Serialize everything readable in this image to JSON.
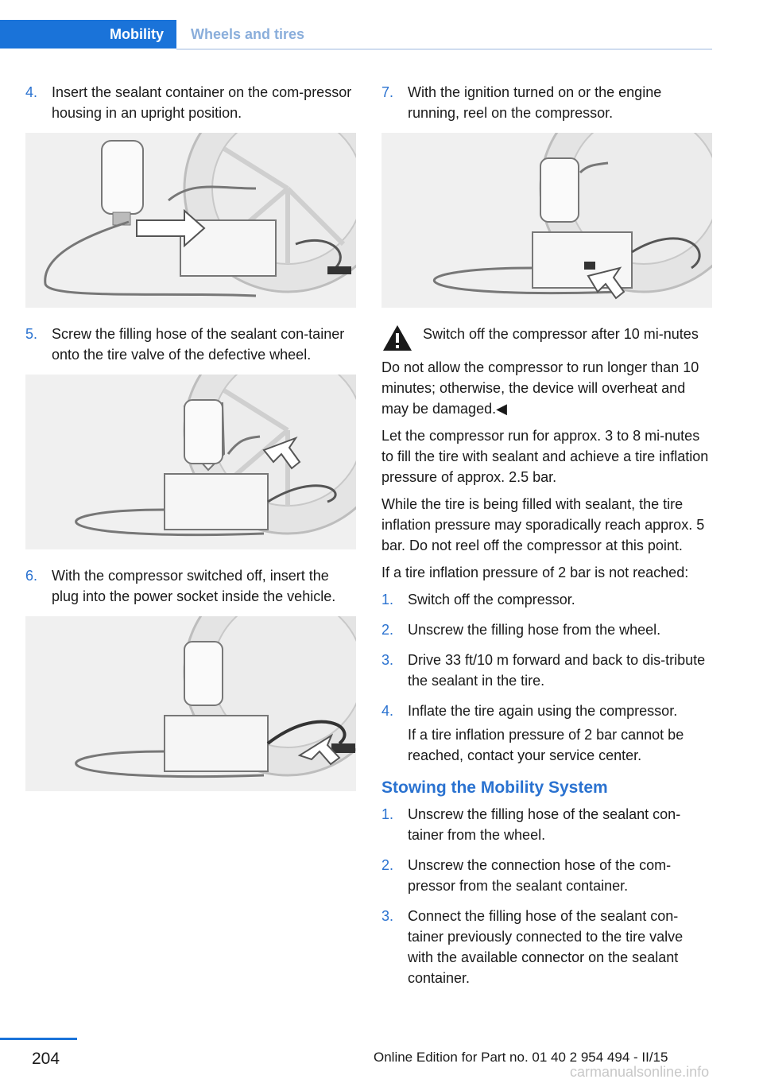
{
  "header": {
    "chapter": "Mobility",
    "section": "Wheels and tires"
  },
  "left": {
    "steps": [
      {
        "num": "4.",
        "text": "Insert the sealant container on the com-pressor housing in an upright position."
      },
      {
        "num": "5.",
        "text": "Screw the filling hose of the sealant con-tainer onto the tire valve of the defective wheel."
      },
      {
        "num": "6.",
        "text": "With the compressor switched off, insert the plug into the power socket inside the vehicle."
      }
    ]
  },
  "right": {
    "step7": {
      "num": "7.",
      "text": "With the ignition turned on or the engine running, reel on the compressor."
    },
    "warning": {
      "title": "Switch off the compressor after 10 mi-nutes",
      "body": "Do not allow the compressor to run longer than 10 minutes; otherwise, the device will overheat and may be damaged.◀"
    },
    "para1": "Let the compressor run for approx. 3 to 8 mi-nutes to fill the tire with sealant and achieve a tire inflation pressure of approx. 2.5 bar.",
    "para2": "While the tire is being filled with sealant, the tire inflation pressure may sporadically reach approx. 5 bar. Do not reel off the compressor at this point.",
    "para3": "If a tire inflation pressure of 2 bar is not reached:",
    "list1": [
      {
        "num": "1.",
        "text": "Switch off the compressor."
      },
      {
        "num": "2.",
        "text": "Unscrew the filling hose from the wheel."
      },
      {
        "num": "3.",
        "text": "Drive 33 ft/10 m forward and back to dis-tribute the sealant in the tire."
      },
      {
        "num": "4.",
        "text": "Inflate the tire again using the compressor."
      }
    ],
    "list1_note": "If a tire inflation pressure of 2 bar cannot be reached, contact your service center.",
    "section_title": "Stowing the Mobility System",
    "list2": [
      {
        "num": "1.",
        "text": "Unscrew the filling hose of the sealant con-tainer from the wheel."
      },
      {
        "num": "2.",
        "text": "Unscrew the connection hose of the com-pressor from the sealant container."
      },
      {
        "num": "3.",
        "text": "Connect the filling hose of the sealant con-tainer previously connected to the tire valve with the available connector on the sealant container."
      }
    ]
  },
  "footer": {
    "page": "204",
    "edition": "Online Edition for Part no. 01 40 2 954 494 - II/15",
    "watermark": "carmanualsonline.info"
  }
}
